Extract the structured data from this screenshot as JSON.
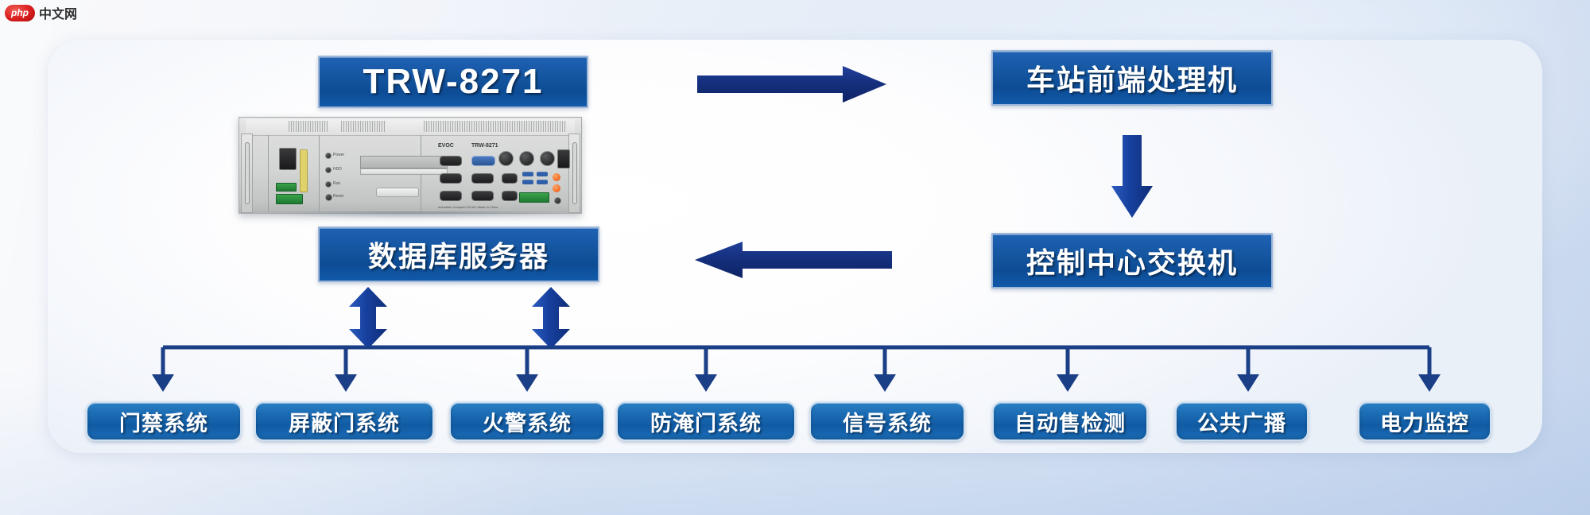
{
  "watermark": {
    "badge": "php",
    "text": "中文网"
  },
  "diagram": {
    "title_node": {
      "label": "TRW-8271"
    },
    "nodes": [
      {
        "id": "trw",
        "label": "TRW-8271",
        "type": "rect-latin"
      },
      {
        "id": "station-front-end",
        "label": "车站前端处理机",
        "type": "rect"
      },
      {
        "id": "control-center-switch",
        "label": "控制中心交换机",
        "type": "rect"
      },
      {
        "id": "database-server",
        "label": "数据库服务器",
        "type": "rect"
      }
    ],
    "subsystems": [
      {
        "id": "access-control",
        "label": "门禁系统"
      },
      {
        "id": "platform-screen-door",
        "label": "屏蔽门系统"
      },
      {
        "id": "fire-alarm",
        "label": "火警系统"
      },
      {
        "id": "flood-gate",
        "label": "防淹门系统"
      },
      {
        "id": "signal",
        "label": "信号系统"
      },
      {
        "id": "automatic-fare-collection",
        "label": "自动售检测"
      },
      {
        "id": "public-address",
        "label": "公共广播"
      },
      {
        "id": "power-monitoring",
        "label": "电力监控"
      }
    ],
    "connectors": [
      {
        "id": "trw-to-station",
        "direction": "right"
      },
      {
        "id": "station-to-switch",
        "direction": "down"
      },
      {
        "id": "switch-to-database",
        "direction": "left"
      },
      {
        "id": "database-bus-left",
        "direction": "up-down"
      },
      {
        "id": "database-bus-right",
        "direction": "up-down"
      },
      {
        "id": "bus-fanout",
        "direction": "down-fanout"
      }
    ],
    "device": {
      "model_text": "TRW-8271",
      "brand_text": "EVOC"
    },
    "colors": {
      "node_blue_dark": "#0d4c95",
      "node_blue_light": "#2a7fc4",
      "arrow_navy": "#17337e",
      "arrow_blue": "#1f55b0",
      "bus_navy": "#1b3f86",
      "node_border": "#9cb6d8",
      "card_white": "#ffffff"
    }
  }
}
